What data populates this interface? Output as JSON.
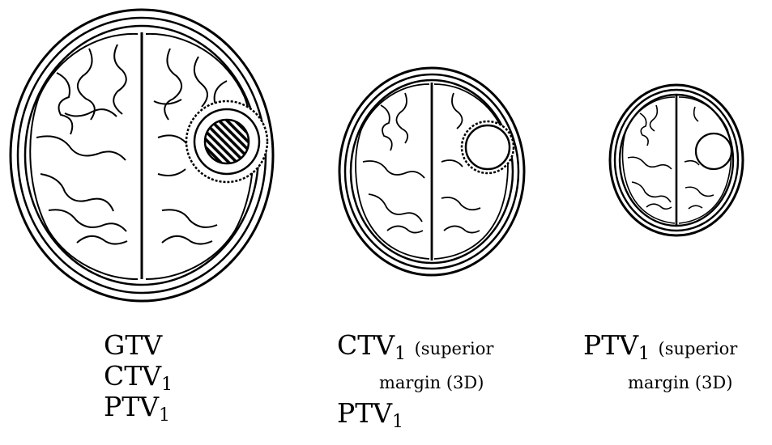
{
  "panels": [
    {
      "id": "panel-1",
      "labels": {
        "line1": "GTV",
        "line2_main": "CTV",
        "line2_sub": "1",
        "line3_main": "PTV",
        "line3_sub": "1"
      }
    },
    {
      "id": "panel-2",
      "labels": {
        "line1_main": "CTV",
        "line1_sub": "1",
        "line1_note": "(superior",
        "line2_note": "margin (3D)",
        "line3_main": "PTV",
        "line3_sub": "1"
      }
    },
    {
      "id": "panel-3",
      "labels": {
        "line1_main": "PTV",
        "line1_sub": "1",
        "line1_note": "(superior",
        "line2_note": "margin (3D)"
      }
    }
  ]
}
